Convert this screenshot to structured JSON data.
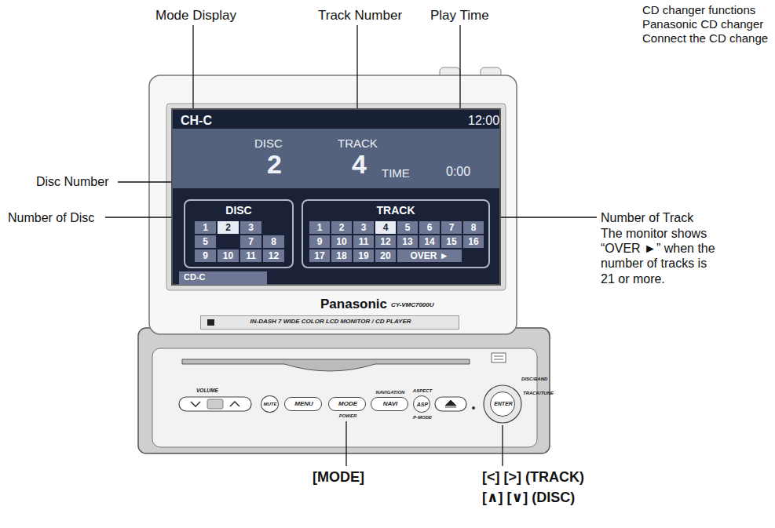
{
  "diagram": {
    "nodes": [
      {
        "text": [
          "CH-C",
          "12:00",
          "DISC",
          "TRACK",
          "2",
          "4",
          "TIME",
          "0:00"
        ]
      },
      {
        "text": [
          "DISC",
          "1",
          "2",
          "3",
          "5",
          "7",
          "8",
          "9",
          "10",
          "11",
          "12"
        ],
        "in": 0
      },
      {
        "text": [
          "TRACK",
          "1",
          "2",
          "3",
          "4",
          "5",
          "6",
          "7",
          "8",
          "9",
          "10",
          "11",
          "12",
          "13",
          "14",
          "15",
          "16",
          "17",
          "18",
          "19",
          "20",
          "OVER ►"
        ],
        "in": 0
      },
      {
        "text": [
          "CD-C"
        ],
        "in": 0
      },
      {
        "text": [
          "IN-DASH 7 WIDE COLOR LCD MONITOR / CD PLAYER"
        ]
      },
      {
        "text": [
          "MUTE"
        ]
      },
      {
        "text": [
          "MENU"
        ]
      },
      {
        "text": [
          "MODE",
          "POWER"
        ]
      },
      {
        "text": [
          "NAVIGATION",
          "NAVI"
        ]
      },
      {
        "text": [
          "ASPECT",
          "ASP",
          "P-MODE"
        ]
      },
      {
        "text": [
          "ENTER"
        ]
      }
    ],
    "labels": [
      "Mode Display",
      "Track Number",
      "Play Time",
      "CD changer functions",
      "Panasonic CD changer",
      "Connect the CD change",
      "Disc Number",
      "Number of Disc",
      "Number of Track",
      "The monitor shows “OVER ►” when the number of tracks is 21 or more.",
      "Panasonic",
      "CY-VMC7000U",
      "VOLUME",
      "DISC/BAND",
      "TRACK/TUNE",
      "[MODE]",
      "[<] [>] (TRACK)",
      "[∧] [∨] (DISC)"
    ]
  }
}
